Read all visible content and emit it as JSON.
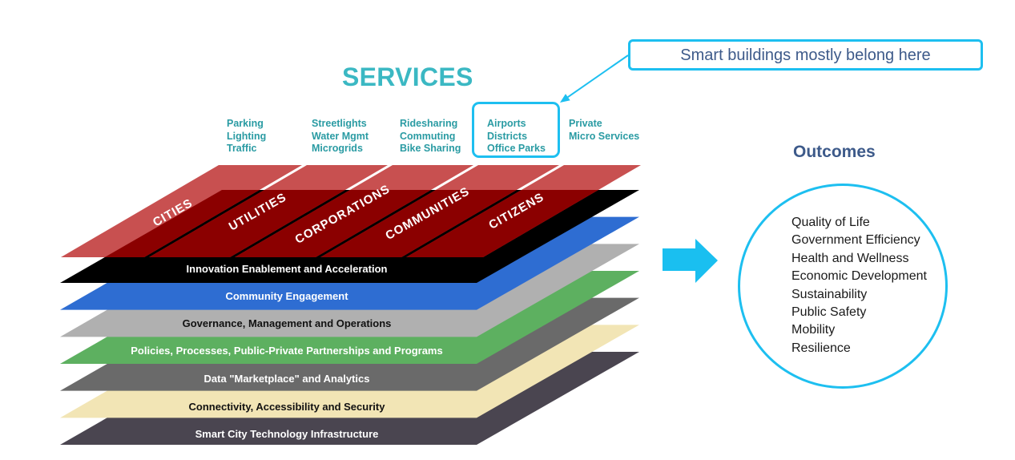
{
  "header": {
    "title": "SERVICES"
  },
  "services": [
    {
      "lines": [
        "Parking",
        "Lighting",
        "Traffic"
      ]
    },
    {
      "lines": [
        "Streetlights",
        "Water Mgmt",
        "Microgrids"
      ]
    },
    {
      "lines": [
        "Ridesharing",
        "Commuting",
        "Bike Sharing"
      ]
    },
    {
      "lines": [
        "Airports",
        "Districts",
        "Office Parks"
      ]
    },
    {
      "lines": [
        "Private",
        "Micro Services"
      ]
    }
  ],
  "callout": {
    "text": "Smart buildings mostly belong here",
    "highlighted_service_column": 4
  },
  "stakeholder_layer": {
    "labels": [
      "CITIES",
      "UTILITIES",
      "CORPORATIONS",
      "COMMUNITIES",
      "CITIZENS"
    ],
    "color": "#C85050",
    "color_over_dark": "#8B0000"
  },
  "layers": [
    {
      "label": "Innovation Enablement and Acceleration",
      "color": "#000000",
      "text_color": "#FFFFFF"
    },
    {
      "label": "Community Engagement",
      "color": "#2E6DD2",
      "text_color": "#FFFFFF"
    },
    {
      "label": "Governance, Management and Operations",
      "color": "#B0B0B0",
      "text_color": "#111111"
    },
    {
      "label": "Policies, Processes, Public-Private Partnerships and Programs",
      "color": "#5DB060",
      "text_color": "#FFFFFF"
    },
    {
      "label": "Data \"Marketplace\" and Analytics",
      "color": "#6A6A6A",
      "text_color": "#FFFFFF"
    },
    {
      "label": "Connectivity, Accessibility and Security",
      "color": "#F2E5B5",
      "text_color": "#111111"
    },
    {
      "label": "Smart City Technology Infrastructure",
      "color": "#4A4550",
      "text_color": "#FFFFFF"
    }
  ],
  "outcomes": {
    "title": "Outcomes",
    "items": [
      "Quality of Life",
      "Government Efficiency",
      "Health and Wellness",
      "Economic Development",
      "Sustainability",
      "Public Safety",
      "Mobility",
      "Resilience"
    ]
  },
  "colors": {
    "accent": "#1DBFF0",
    "teal": "#3BB8C3",
    "service_text": "#2A9BA3",
    "navy": "#3D5A8A"
  }
}
